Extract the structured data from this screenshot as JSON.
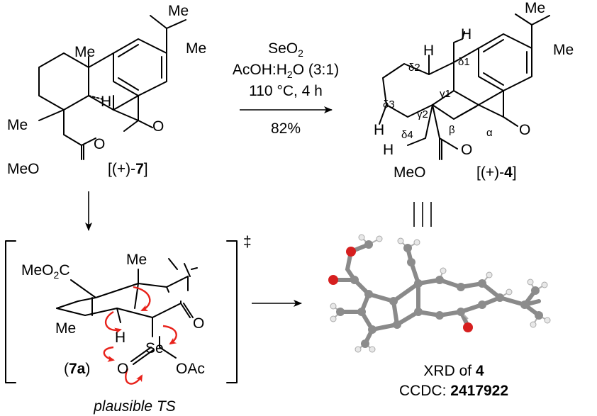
{
  "colors": {
    "delta1": "#1f2a9b",
    "delta2": "#e8221b",
    "delta3": "#34b834",
    "delta4": "#d4317f",
    "gamma": "#000000",
    "beta": "#f28a1c",
    "alpha": "#1f2a9b",
    "h_highlight": "#1f3fbf",
    "arrow_red": "#e8221b"
  },
  "reaction": {
    "reagent_line1_main": "SeO",
    "reagent_line1_sub": "2",
    "reagent_line2_a": "AcOH:H",
    "reagent_line2_sub": "2",
    "reagent_line2_b": "O (3:1)",
    "reagent_line3": "110 °C, 4 h",
    "yield": "82%"
  },
  "starting_material": {
    "label_open": "[(+)-",
    "label_bold": "7",
    "label_close": "]",
    "atoms": {
      "me_top": "Me",
      "ipr_me1": "Me",
      "ipr_me2": "Me",
      "h": "H",
      "ketone_o": "O",
      "me_left": "Me",
      "ester_o": "O",
      "meo": "MeO"
    }
  },
  "product": {
    "label_open": "[(+)-",
    "label_bold": "4",
    "label_close": "]",
    "atoms": {
      "ipr_me1": "Me",
      "ipr_me2": "Me",
      "h_top": "H",
      "h_blue": "H",
      "h_left": "H",
      "h_bottom": "H",
      "ketone_o": "O",
      "ester_o": "O",
      "meo": "MeO"
    },
    "annotations": {
      "delta1": "δ1",
      "delta2": "δ2",
      "delta3": "δ3",
      "delta4": "δ4",
      "gamma1": "γ1",
      "gamma2": "γ2",
      "beta": "β",
      "alpha": "α"
    }
  },
  "transition_state": {
    "label_open": "(",
    "label_bold": "7a",
    "label_close": ")",
    "dagger": "‡",
    "caption": "plausible TS",
    "atoms": {
      "meo2c_a": "MeO",
      "meo2c_sub": "2",
      "meo2c_b": "C",
      "me_top": "Me",
      "me_left": "Me",
      "h": "H",
      "ketone_o": "O",
      "se": "Se",
      "se_o": "O",
      "oac": "OAc"
    }
  },
  "xrd": {
    "line1_text": "XRD of ",
    "line1_bold": "4",
    "line2_text": "CCDC: ",
    "line2_bold": "2417922"
  }
}
